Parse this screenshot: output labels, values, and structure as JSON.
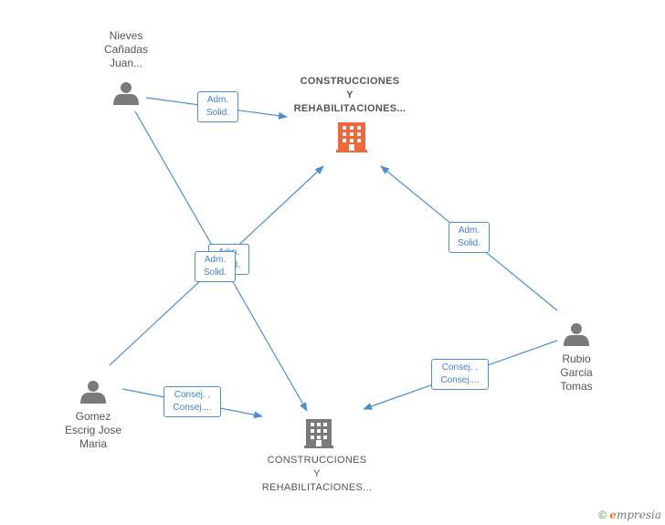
{
  "persons": [
    {
      "id": "nieves",
      "lines": [
        "Nieves",
        "Cañadas",
        "Juan..."
      ]
    },
    {
      "id": "gomez",
      "lines": [
        "Gomez",
        "Escrig Jose",
        "Maria"
      ]
    },
    {
      "id": "rubio",
      "lines": [
        "Rubio",
        "Garcia",
        "Tomas"
      ]
    }
  ],
  "companies": [
    {
      "id": "company-top",
      "lines": [
        "CONSTRUCCIONES",
        "Y",
        "REHABILITACIONES..."
      ],
      "color": "#f0693a"
    },
    {
      "id": "company-bottom",
      "lines": [
        "CONSTRUCCIONES",
        "Y",
        "REHABILITACIONES..."
      ],
      "color": "#7a7a7a"
    }
  ],
  "edges": [
    {
      "id": "nieves-top",
      "label": [
        "Adm.",
        "Solid."
      ]
    },
    {
      "id": "nieves-bottom",
      "label": [
        "Adm.",
        "Solid."
      ]
    },
    {
      "id": "gomez-top",
      "label": [
        "Adm.",
        "Solid."
      ]
    },
    {
      "id": "rubio-top",
      "label": [
        "Adm.",
        "Solid."
      ]
    },
    {
      "id": "gomez-bottom",
      "label": [
        "Consej. ,",
        "Consej...."
      ]
    },
    {
      "id": "rubio-bottom",
      "label": [
        "Consej. ,",
        "Consej...."
      ]
    }
  ],
  "colors": {
    "edge": "#4a8fd6",
    "person_icon": "#7a7a7a"
  },
  "footer": {
    "copyright": "©",
    "brand_initial": "e",
    "brand_rest": "mpresia"
  }
}
